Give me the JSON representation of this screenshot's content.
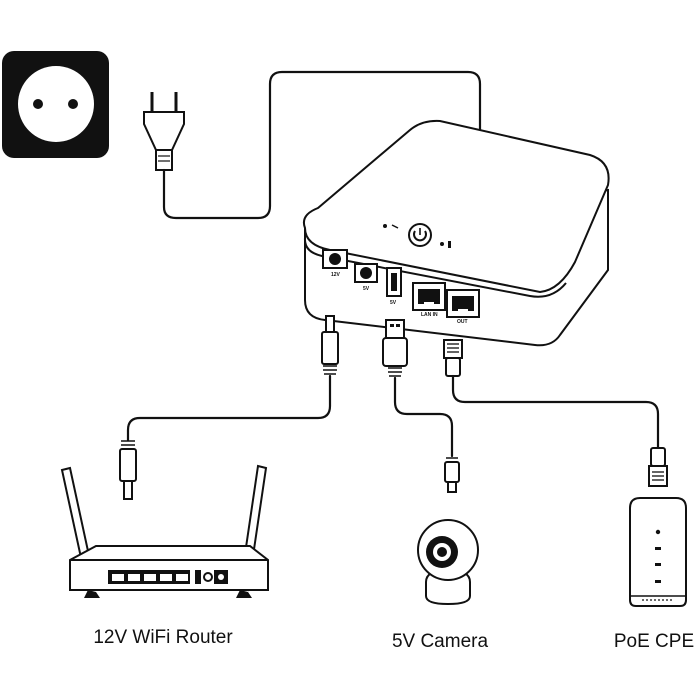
{
  "labels": {
    "router": "12V WiFi Router",
    "camera": "5V Camera",
    "cpe": "PoE CPE"
  },
  "ups_ports": {
    "dc12v": "12V",
    "dc5v": "5V",
    "usb5v": "5V",
    "lan_in": "LAN IN",
    "out": "OUT"
  },
  "icons": [
    "power-socket-icon",
    "eu-plug-icon",
    "power-button-icon",
    "dc-jack-icon",
    "usb-a-plug-icon",
    "rj45-plug-icon",
    "micro-usb-plug-icon"
  ],
  "colors": {
    "ink": "#111111",
    "background": "#ffffff"
  }
}
